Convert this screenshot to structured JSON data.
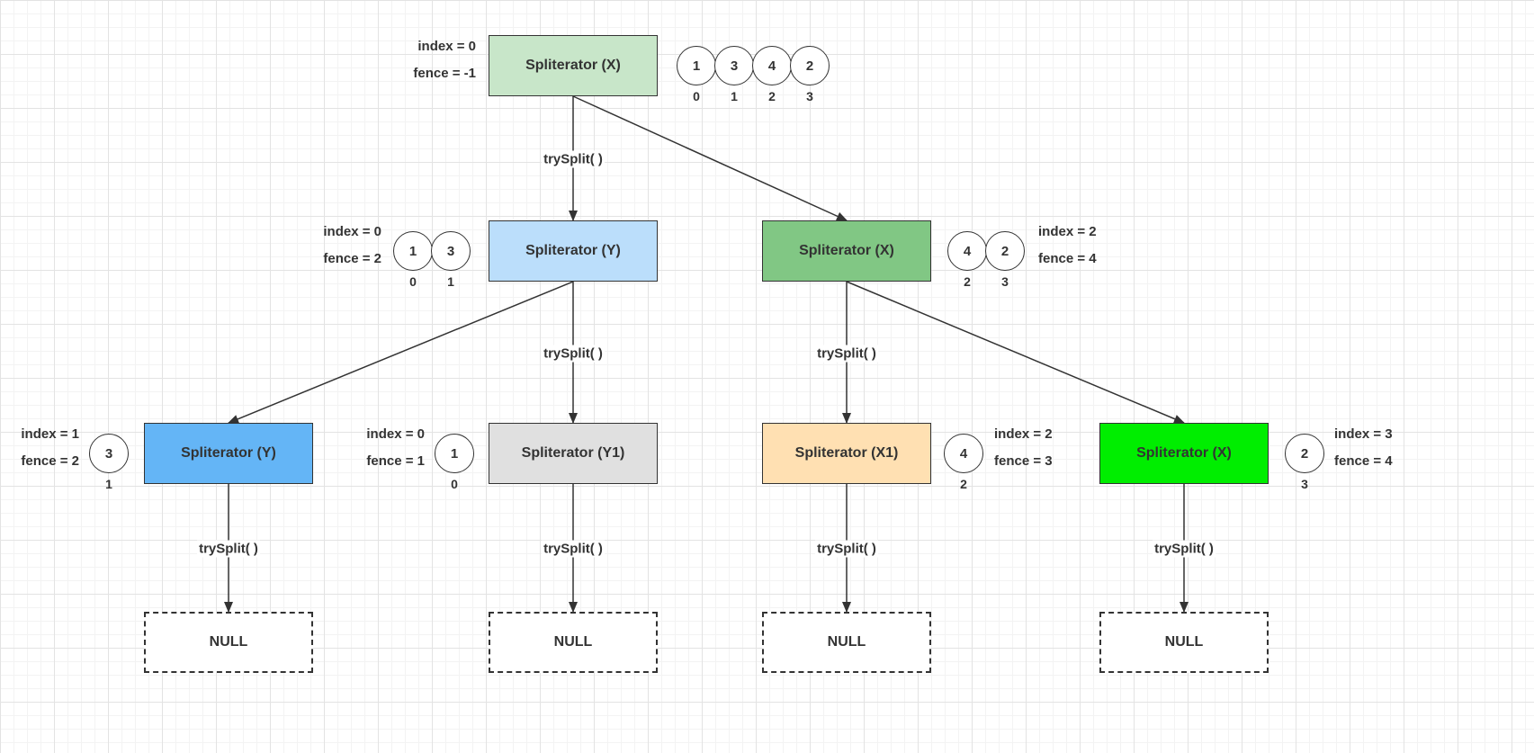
{
  "nodes": [
    {
      "id": "root",
      "label": "Spliterator  (X)",
      "fill": "#c8e6c9",
      "index": "index = 0",
      "fence": "fence = -1",
      "elements": [
        {
          "value": "1",
          "index": "0"
        },
        {
          "value": "3",
          "index": "1"
        },
        {
          "value": "4",
          "index": "2"
        },
        {
          "value": "2",
          "index": "3"
        }
      ]
    },
    {
      "id": "l1-y",
      "label": "Spliterator  (Y)",
      "fill": "#bbdefb",
      "index": "index = 0",
      "fence": "fence = 2",
      "elements": [
        {
          "value": "1",
          "index": "0"
        },
        {
          "value": "3",
          "index": "1"
        }
      ]
    },
    {
      "id": "l1-x",
      "label": "Spliterator  (X)",
      "fill": "#81c784",
      "index": "index = 2",
      "fence": "fence = 4",
      "elements": [
        {
          "value": "4",
          "index": "2"
        },
        {
          "value": "2",
          "index": "3"
        }
      ]
    },
    {
      "id": "l2-y",
      "label": "Spliterator  (Y)",
      "fill": "#64b5f6",
      "index": "index = 1",
      "fence": "fence = 2",
      "elements": [
        {
          "value": "3",
          "index": "1"
        }
      ]
    },
    {
      "id": "l2-y1",
      "label": "Spliterator  (Y1)",
      "fill": "#e0e0e0",
      "index": "index = 0",
      "fence": "fence = 1",
      "elements": [
        {
          "value": "1",
          "index": "0"
        }
      ]
    },
    {
      "id": "l2-x1",
      "label": "Spliterator  (X1)",
      "fill": "#ffe0b2",
      "index": "index = 2",
      "fence": "fence = 3",
      "elements": [
        {
          "value": "4",
          "index": "2"
        }
      ]
    },
    {
      "id": "l2-x",
      "label": "Spliterator  (X)",
      "fill": "#00ee00",
      "index": "index = 3",
      "fence": "fence = 4",
      "elements": [
        {
          "value": "2",
          "index": "3"
        }
      ]
    },
    {
      "id": "null-1",
      "label": "NULL",
      "fill": "#ffffff",
      "null": true
    },
    {
      "id": "null-2",
      "label": "NULL",
      "fill": "#ffffff",
      "null": true
    },
    {
      "id": "null-3",
      "label": "NULL",
      "fill": "#ffffff",
      "null": true
    },
    {
      "id": "null-4",
      "label": "NULL",
      "fill": "#ffffff",
      "null": true
    }
  ],
  "edges": [
    {
      "from": "root",
      "to": "l1-y",
      "label": "trySplit( )"
    },
    {
      "from": "root",
      "to": "l1-x",
      "label": ""
    },
    {
      "from": "l1-y",
      "to": "l2-y",
      "label": ""
    },
    {
      "from": "l1-y",
      "to": "l2-y1",
      "label": "trySplit( )"
    },
    {
      "from": "l1-x",
      "to": "l2-x1",
      "label": "trySplit( )"
    },
    {
      "from": "l1-x",
      "to": "l2-x",
      "label": ""
    },
    {
      "from": "l2-y",
      "to": "null-1",
      "label": "trySplit( )"
    },
    {
      "from": "l2-y1",
      "to": "null-2",
      "label": "trySplit( )"
    },
    {
      "from": "l2-x1",
      "to": "null-3",
      "label": "trySplit( )"
    },
    {
      "from": "l2-x",
      "to": "null-4",
      "label": "trySplit( )"
    }
  ]
}
